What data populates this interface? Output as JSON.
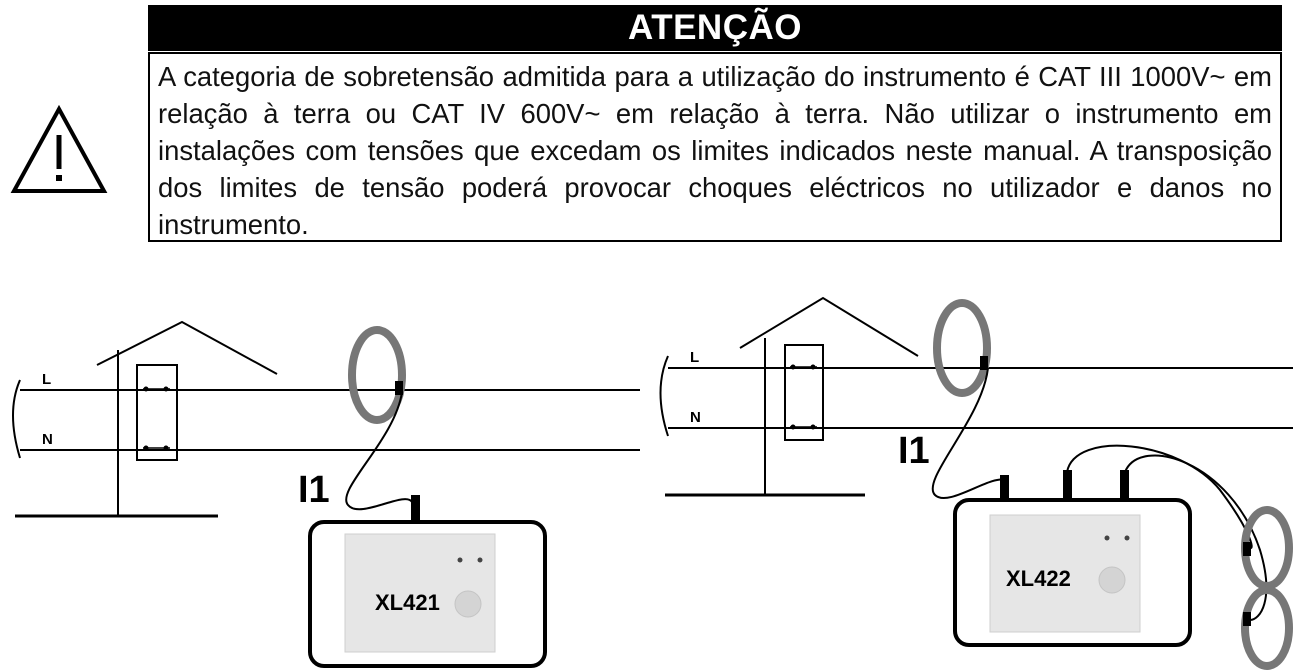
{
  "warning": {
    "title": "ATENÇÃO",
    "text": "A categoria de sobretensão admitida para a utilização do instrumento é CAT III 1000V~ em relação à terra ou CAT IV 600V~ em relação à terra. Não utilizar o instrumento em instalações com tensões que excedam os limites indicados neste manual. A transposição dos limites de tensão poderá provocar choques eléctricos no utilizador e danos no instrumento.",
    "icon": "warning-triangle-icon"
  },
  "diagram_left": {
    "line_label": "L",
    "neutral_label": "N",
    "clamp_label": "I1",
    "device_label": "XL421"
  },
  "diagram_right": {
    "line_label": "L",
    "neutral_label": "N",
    "clamp_label": "I1",
    "device_label": "XL422"
  }
}
